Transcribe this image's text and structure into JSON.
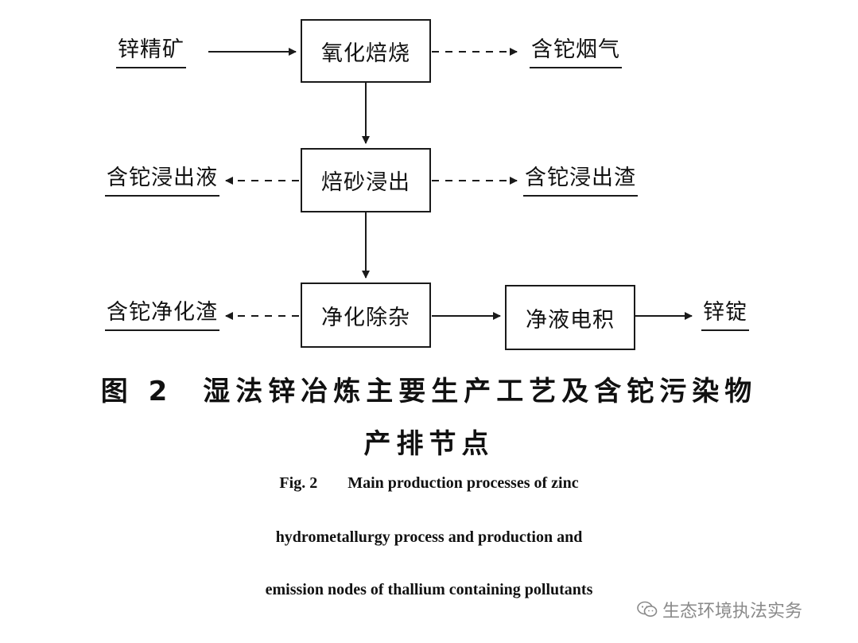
{
  "diagram": {
    "nodes": {
      "oxidation_roasting": "氧化焙烧",
      "calcine_leaching": "焙砂浸出",
      "purification": "净化除杂",
      "electrowinning": "净液电积"
    },
    "labels": {
      "zinc_concentrate": "锌精矿",
      "tl_flue_gas": "含铊烟气",
      "tl_leachate": "含铊浸出液",
      "tl_leach_residue": "含铊浸出渣",
      "tl_purification_residue": "含铊净化渣",
      "zinc_ingot": "锌锭"
    }
  },
  "caption": {
    "cn_fig": "图 2",
    "cn_line1": "湿法锌冶炼主要生产工艺及含铊污染物",
    "cn_line2": "产排节点",
    "en_fig": "Fig. 2",
    "en_line1": "Main production processes of zinc",
    "en_line2": "hydrometallurgy process and production and",
    "en_line3": "emission nodes of thallium containing pollutants"
  },
  "watermark": {
    "text": "生态环境执法实务",
    "icon": "wechat-icon"
  }
}
